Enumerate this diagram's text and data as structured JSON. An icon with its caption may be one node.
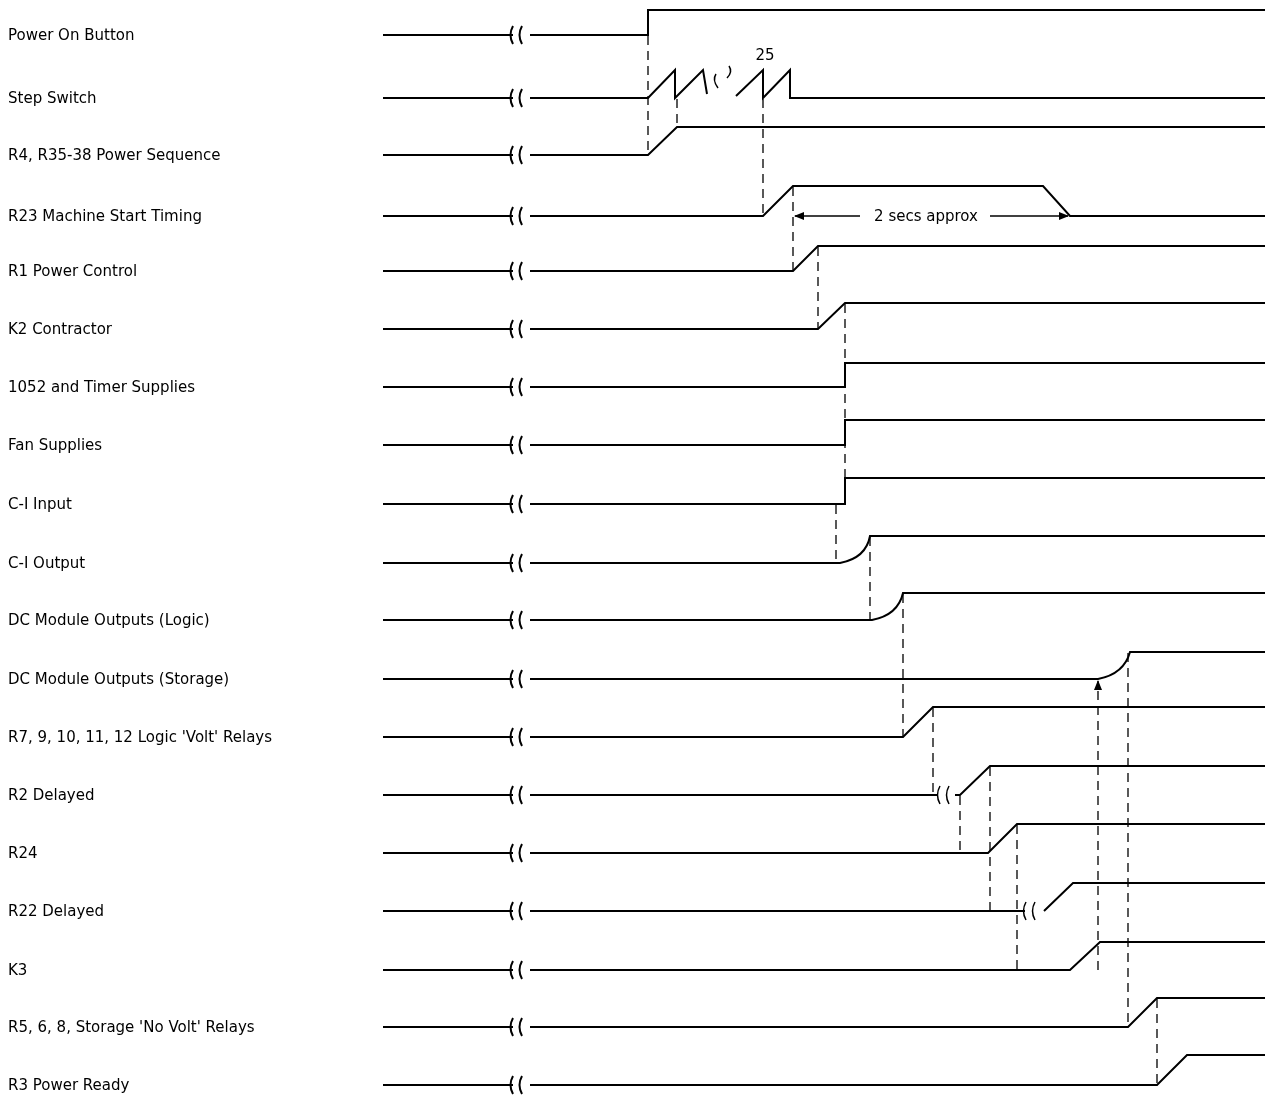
{
  "diagram": {
    "labels": [
      "Power On Button",
      "25",
      "Step Switch",
      "R4, R35-38 Power Sequence",
      "R23 Machine Start Timing",
      "2 secs approx",
      "R1 Power Control",
      "K2 Contractor",
      "1052 and Timer Supplies",
      "Fan Supplies",
      "C-I Input",
      "C-I Output",
      "DC Module Outputs (Logic)",
      "DC Module Outputs (Storage)",
      "R7, 9, 10, 11, 12 Logic 'Volt' Relays",
      "R2 Delayed",
      "R24",
      "R22 Delayed",
      "K3",
      "R5, 6, 8, Storage 'No Volt' Relays",
      "R3 Power Ready"
    ]
  }
}
